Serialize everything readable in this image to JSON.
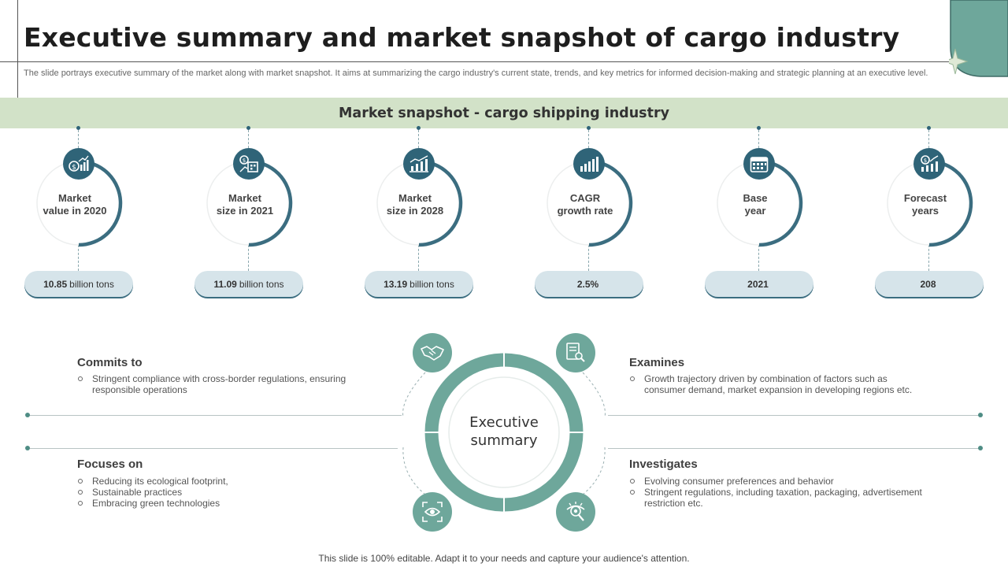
{
  "header": {
    "title": "Executive summary and market snapshot of cargo industry",
    "subtitle": "The slide portrays executive summary of the market along with market snapshot. It aims at summarizing the cargo industry's current state, trends, and key metrics for informed decision-making and strategic planning at an executive level."
  },
  "snapshot": {
    "title": "Market snapshot - cargo shipping industry",
    "metrics": [
      {
        "label": "Market\nvalue in 2020",
        "value": "10.85",
        "unit": "billion tons",
        "icon": "money-chart-icon"
      },
      {
        "label": "Market\nsize in 2021",
        "value": "11.09",
        "unit": "billion tons",
        "icon": "market-building-icon"
      },
      {
        "label": "Market\nsize in 2028",
        "value": "13.19",
        "unit": "billion tons",
        "icon": "growth-chart-icon"
      },
      {
        "label": "CAGR\ngrowth rate",
        "value": "2.5%",
        "unit": "",
        "icon": "bar-chart-icon"
      },
      {
        "label": "Base\nyear",
        "value": "2021",
        "unit": "",
        "icon": "calendar-icon"
      },
      {
        "label": "Forecast\nyears",
        "value": "208",
        "unit": "",
        "icon": "forecast-chart-icon"
      }
    ]
  },
  "executive": {
    "center_label": "Executive\nsummary",
    "commits": {
      "title": "Commits to",
      "items": [
        "Stringent compliance with cross-border regulations, ensuring responsible operations"
      ]
    },
    "examines": {
      "title": "Examines",
      "items": [
        "Growth trajectory driven by combination of factors such as consumer demand, market expansion in developing regions etc."
      ]
    },
    "focuses": {
      "title": "Focuses on",
      "items": [
        "Reducing its ecological footprint,",
        "Sustainable practices",
        "Embracing green technologies"
      ]
    },
    "investigates": {
      "title": "Investigates",
      "items": [
        "Evolving consumer preferences and behavior",
        "Stringent regulations, including taxation, packaging, advertisement restriction etc."
      ]
    },
    "icons": [
      "handshake-icon",
      "document-search-icon",
      "eye-focus-icon",
      "eye-search-icon"
    ]
  },
  "footer": "This slide is 100% editable. Adapt it to your needs and capture your audience's attention.",
  "colors": {
    "teal_dark": "#2f6478",
    "teal_light": "#6ea79b",
    "band": "#d2e2c8",
    "pill": "#d6e4ea"
  }
}
